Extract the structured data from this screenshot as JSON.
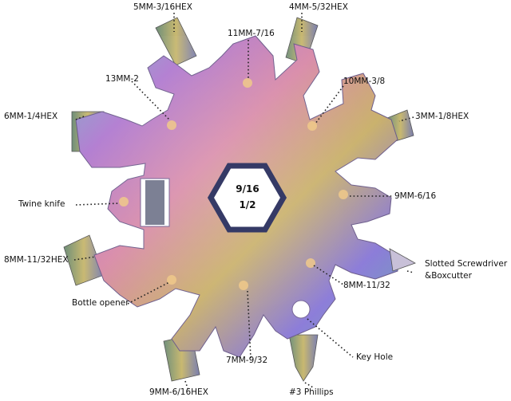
{
  "labels": {
    "top_left_hex": "5MM-3/16HEX",
    "top_right_hex": "4MM-5/32HEX",
    "top_center": "11MM-7/16",
    "upper_left": "13MM-2",
    "upper_right": "10MM-3/8",
    "left_hex": "6MM-1/4HEX",
    "right_hex": "3MM-1/8HEX",
    "twine_knife": "Twine knife",
    "right_middle": "9MM-6/16",
    "slotted_line1": "Slotted Screwdriver",
    "slotted_line2": "&Boxcutter",
    "lower_left_hex": "8MM-11/32HEX",
    "bottle_opener": "Bottle opener",
    "lower_right": "8MM-11/32",
    "key_hole": "Key Hole",
    "bottom_center": "7MM-9/32",
    "bottom_left_hex": "9MM-6/16HEX",
    "phillips": "#3 Phillips"
  },
  "center": {
    "line1": "9/16",
    "line2": "1/2"
  },
  "colors": {
    "metal_purple": "#b56fb8",
    "metal_pink": "#d88aa8",
    "metal_blue": "#7a8fd0",
    "metal_gold": "#c9b06a",
    "metal_teal": "#6fb3b0"
  }
}
